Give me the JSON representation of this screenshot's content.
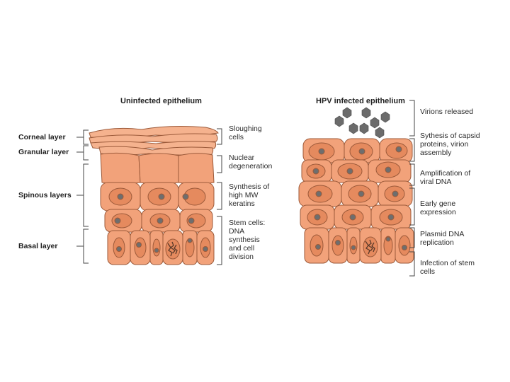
{
  "panels": {
    "left_title": "Uninfected epithelium",
    "right_title": "HPV infected epithelium"
  },
  "layers": [
    {
      "label": "Corneal layer"
    },
    {
      "label": "Granular layer"
    },
    {
      "label": "Spinous layers"
    },
    {
      "label": "Basal layer"
    }
  ],
  "uninfected_annotations": [
    {
      "lines": [
        "Sloughing",
        "cells"
      ]
    },
    {
      "lines": [
        "Nuclear",
        "degeneration"
      ]
    },
    {
      "lines": [
        "Synthesis of",
        "high MW",
        "keratins"
      ]
    },
    {
      "lines": [
        "Stem cells:",
        "DNA",
        "synthesis",
        "and cell",
        "division"
      ]
    }
  ],
  "infected_annotations": [
    {
      "lines": [
        "Virions released"
      ]
    },
    {
      "lines": [
        "Sythesis of capsid",
        "proteins, virion",
        "assembly"
      ]
    },
    {
      "lines": [
        "Amplification of",
        "viral DNA"
      ]
    },
    {
      "lines": [
        "Early gene",
        "expression"
      ]
    },
    {
      "lines": [
        "Plasmid DNA",
        "replication"
      ]
    },
    {
      "lines": [
        "Infection of stem",
        "cells"
      ]
    }
  ],
  "colors": {
    "cell_fill": "#f2a27a",
    "cell_stroke": "#9c5a3a",
    "nucleus_fill": "#e58a5e",
    "nucleolus": "#6e6e6e",
    "virion": "#6b6b6b"
  }
}
